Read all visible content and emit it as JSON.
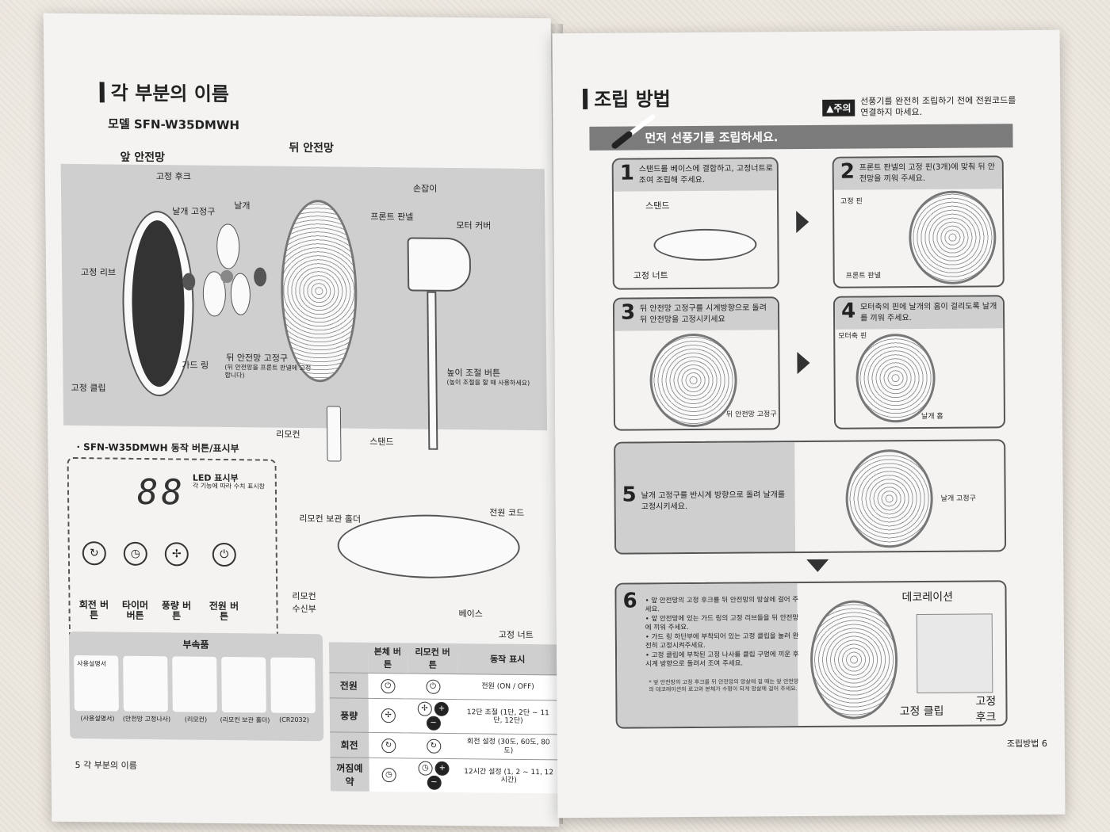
{
  "left": {
    "title": "각 부분의 이름",
    "model": "모델 SFN-W35DMWH",
    "parts": {
      "front_guard": "앞 안전망",
      "fixing_hook": "고정 후크",
      "blade_fixer": "날개 고정구",
      "blade": "날개",
      "fixing_rib": "고정 리브",
      "guard_ring": "가드 링",
      "fixing_clip": "고정 클립",
      "rear_guard": "뒤 안전망",
      "rear_guard_fixer": "뒤 안전망 고정구",
      "rear_guard_fixer_note": "(뒤 안전망을 프론트 판넬에 고정합니다)",
      "handle": "손잡이",
      "front_panel": "프론트 판넬",
      "motor_cover": "모터 커버",
      "height_button": "높이 조절 버튼",
      "height_button_note": "(높이 조절을 할 때 사용하세요)",
      "remote": "리모컨",
      "stand": "스탠드",
      "remote_holder": "리모컨 보관 홀더",
      "power_cord": "전원 코드",
      "remote_receiver": "리모컨 수신부",
      "base": "베이스",
      "fixing_nut": "고정 너트"
    },
    "panel": {
      "title": "· SFN-W35DMWH 동작 버튼/표시부",
      "led_digits": "88",
      "led_label": "LED 표시부",
      "led_note": "각 기능에 따라 수치 표시창",
      "buttons": [
        {
          "icon": "rotate-icon",
          "glyph": "↻",
          "label": "회전 버튼"
        },
        {
          "icon": "timer-icon",
          "glyph": "◷",
          "label": "타이머 버튼"
        },
        {
          "icon": "fan-speed-icon",
          "glyph": "✢",
          "label": "풍량 버튼"
        },
        {
          "icon": "power-icon",
          "glyph": "⏻",
          "label": "전원 버튼"
        }
      ]
    },
    "accessories": {
      "title": "부속품",
      "items": [
        "(사용설명서)",
        "(안전망 고정나사)",
        "(리모컨)",
        "(리모컨 보관 홀더)",
        "(CR2032)"
      ],
      "manual_cover": "사용설명서"
    },
    "table": {
      "headers": [
        "",
        "본체 버튼",
        "리모컨 버튼",
        "동작 표시"
      ],
      "rows": [
        {
          "name": "전원",
          "desc": "전원 (ON / OFF)"
        },
        {
          "name": "풍량",
          "desc": "12단 조절 (1단, 2단 ~ 11단, 12단)"
        },
        {
          "name": "회전",
          "desc": "회전 설정 (30도, 60도, 80도)"
        },
        {
          "name": "꺼짐예약",
          "desc": "12시간 설정 (1, 2 ~ 11, 12시간)"
        }
      ]
    },
    "footer": "5 각 부분의 이름"
  },
  "right": {
    "title": "조립 방법",
    "caution_badge": "▲주의",
    "caution_text": "선풍기를 완전히 조립하기 전에 전원코드를 연결하지 마세요.",
    "banner": "먼저 선풍기를 조립하세요.",
    "steps": [
      {
        "num": "1",
        "text": "스탠드를 베이스에 결합하고, 고정너트로 조여 조립해 주세요.",
        "labels": [
          "스탠드",
          "고정 너트"
        ]
      },
      {
        "num": "2",
        "text": "프론트 판넬의 고정 핀(3개)에 맞춰 뒤 안전망을 끼워 주세요.",
        "labels": [
          "고정 핀",
          "프론트 판넬"
        ]
      },
      {
        "num": "3",
        "text": "뒤 안전망 고정구를 시계방향으로 돌려 뒤 안전망을 고정시키세요",
        "labels": [
          "뒤 안전망 고정구"
        ]
      },
      {
        "num": "4",
        "text": "모터축의 핀에 날개의 홈이 걸리도록 날개를 끼워 주세요.",
        "labels": [
          "모터축 핀",
          "날개 홈"
        ]
      },
      {
        "num": "5",
        "text": "날개 고정구를 반시계 방향으로 돌려 날개를 고정시키세요.",
        "labels": [
          "날개 고정구"
        ]
      },
      {
        "num": "6",
        "bullets": [
          "앞 안전망의 고정 후크를 뒤 안전망의 망살에 걸어 주세요.",
          "앞 안전망에 있는 가드 링의 고정 리브들을 뒤 안전망에 끼워 주세요.",
          "가드 링 하단부에 부착되어 있는 고정 클립을 눌러 완전히 고정시켜주세요.",
          "고정 클립에 부착된 고정 나사를 클립 구멍에 끼운 후 시계 방향으로 돌려서 조여 주세요."
        ],
        "note": "* 앞 안전망의 고정 후크를 뒤 안전망의 망살에 걸 때는 앞 안전망의 데코레이션의 로고와 본체가 수평이 되게 망살에 걸어 주세요.",
        "labels": [
          "데코레이션",
          "고정 클립",
          "고정 후크"
        ]
      }
    ],
    "footer": "조립방법 6"
  }
}
